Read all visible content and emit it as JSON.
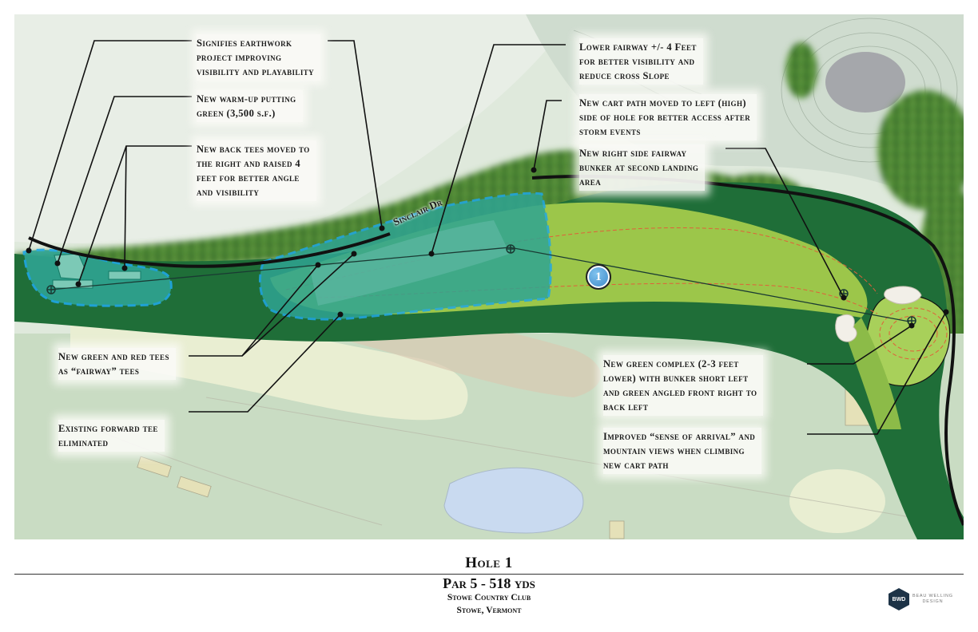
{
  "map": {
    "street_label": "Sinclair Dr",
    "hole_marker": "1",
    "colors": {
      "earthwork_fill": "#2fa492",
      "earthwork_boundary": "#1fa7e6",
      "fairway": "#9cc64a",
      "rough": "#1f6e38",
      "cart_path": "#111111",
      "pond": "#c9daf0",
      "marker": "#4a9ad8"
    },
    "notes": [
      {
        "lines": [
          "Signifies earthwork",
          "project improving",
          "visibility and playability"
        ]
      },
      {
        "lines": [
          "New warm-up putting",
          "green (3,500 s.f.)"
        ]
      },
      {
        "lines": [
          "New back tees moved to",
          "the right and raised 4",
          "feet for better angle",
          "and visibility"
        ]
      },
      {
        "lines": [
          "Lower fairway +/- 4 Feet",
          "for better visibility and",
          "reduce cross Slope"
        ]
      },
      {
        "lines": [
          "New cart path moved to left (high)",
          "side of hole for better access after",
          "storm events"
        ]
      },
      {
        "lines": [
          "New right side fairway",
          "bunker at second landing",
          "area"
        ]
      },
      {
        "lines": [
          "New green and red tees",
          "as “fairway” tees"
        ]
      },
      {
        "lines": [
          "Existing forward tee",
          "eliminated"
        ]
      },
      {
        "lines": [
          "New green complex (2-3 feet",
          "lower) with bunker short left",
          "and green angled front right to",
          "back left"
        ]
      },
      {
        "lines": [
          "Improved “sense of arrival” and",
          "mountain views when climbing",
          "new cart path"
        ]
      }
    ]
  },
  "title_block": {
    "hole": "Hole 1",
    "par_yardage": "Par 5 - 518 yds",
    "club": "Stowe Country Club",
    "location": "Stowe, Vermont"
  },
  "logo": {
    "mark": "BWD",
    "name": "BEAU WELLING",
    "sub": "DESIGN"
  }
}
